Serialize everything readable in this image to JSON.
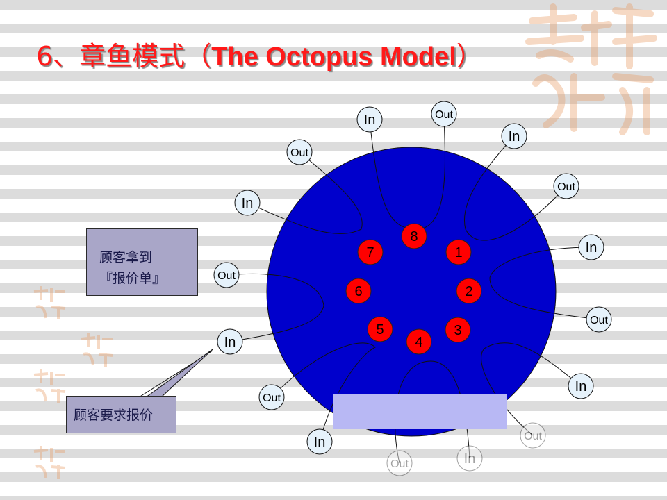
{
  "title": {
    "prefix": "6、章鱼模式（",
    "english": "The Octopus Model",
    "suffix": "）"
  },
  "diagram": {
    "tentacle_ends": [
      {
        "label": "In"
      },
      {
        "label": "Out"
      },
      {
        "label": "In"
      },
      {
        "label": "Out"
      },
      {
        "label": "In"
      },
      {
        "label": "Out"
      },
      {
        "label": "In"
      },
      {
        "label": "Out"
      },
      {
        "label": "In"
      },
      {
        "label": "Out"
      },
      {
        "label": "In"
      },
      {
        "label": "Out"
      },
      {
        "label": "In"
      },
      {
        "label": "Out"
      },
      {
        "label": "In"
      },
      {
        "label": "Out"
      }
    ],
    "numbered_nodes": [
      {
        "label": "8"
      },
      {
        "label": "1"
      },
      {
        "label": "2"
      },
      {
        "label": "3"
      },
      {
        "label": "4"
      },
      {
        "label": "5"
      },
      {
        "label": "6"
      },
      {
        "label": "7"
      }
    ]
  },
  "callouts": {
    "quote_received": {
      "line1": "顾客拿到",
      "line2": "『报价单』"
    },
    "request_quote": "顾客要求报价"
  },
  "colors": {
    "title": "#ff1a1a",
    "body": "#0000cc",
    "node": "#ff0000",
    "end_fill": "#e6f2fb",
    "callout": "#a9a6c8",
    "overlay": "#b8b8f4"
  }
}
